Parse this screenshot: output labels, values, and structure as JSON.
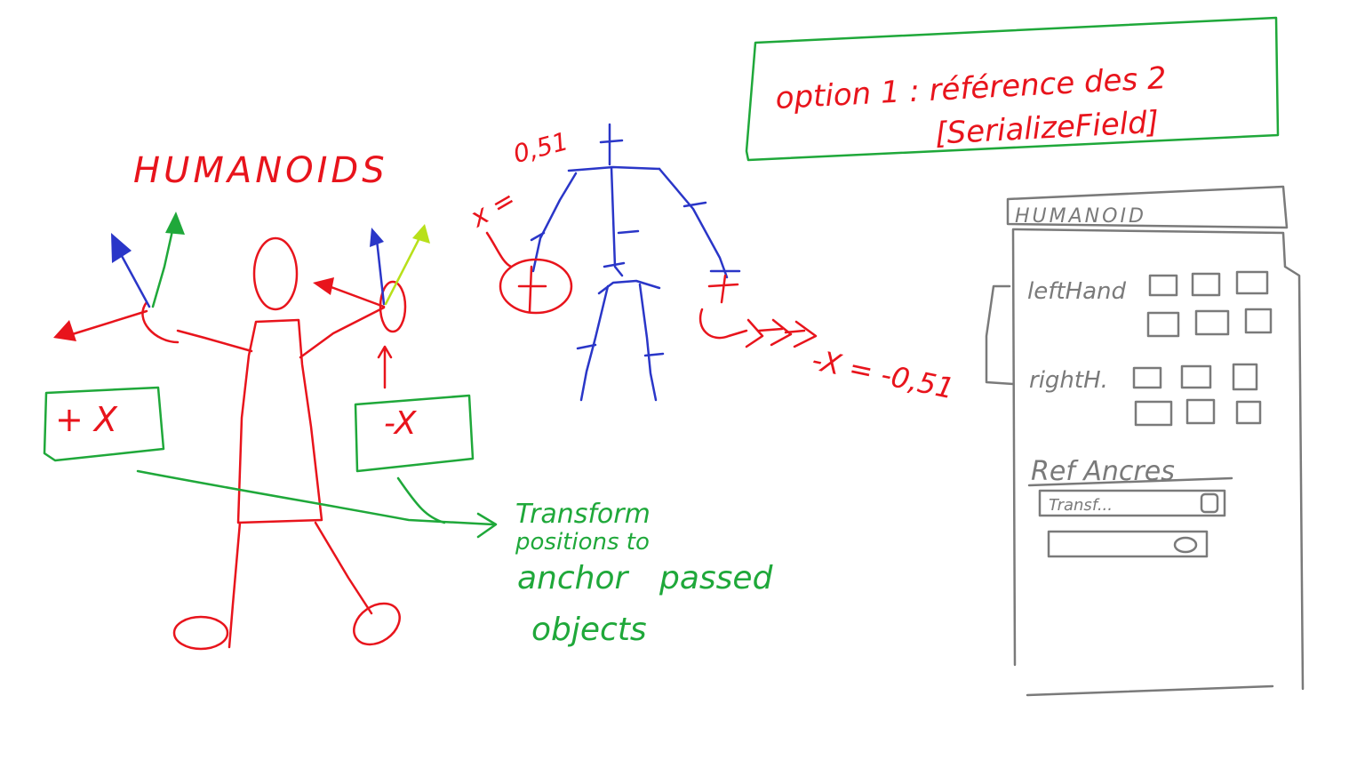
{
  "colors": {
    "red": "#e8141c",
    "green": "#1fa83a",
    "blue": "#2a36c8",
    "yellow": "#b8e01a",
    "gray": "#7a7a7a"
  },
  "left_figure": {
    "title": "HUMANOIDS",
    "left_box": "+ X",
    "right_box": "-X"
  },
  "skeleton": {
    "x_label": "x =",
    "x_value": "0,51",
    "arrow_label": "-X = -0,51"
  },
  "note": {
    "line1": "option 1 : référence des 2",
    "line2": "[SerializeField]"
  },
  "annotation": {
    "line1": "Transform",
    "line2": "positions to",
    "line3": "anchor",
    "line4": "passed",
    "line5": "objects"
  },
  "inspector": {
    "title": "HUMANOID",
    "left_hand_label": "leftHand",
    "right_hand_label": "rightH.",
    "ref_anchors_label": "Ref Ancres",
    "field1_value": "Transf...",
    "icons": [
      "checkbox-icon",
      "target-icon"
    ]
  }
}
